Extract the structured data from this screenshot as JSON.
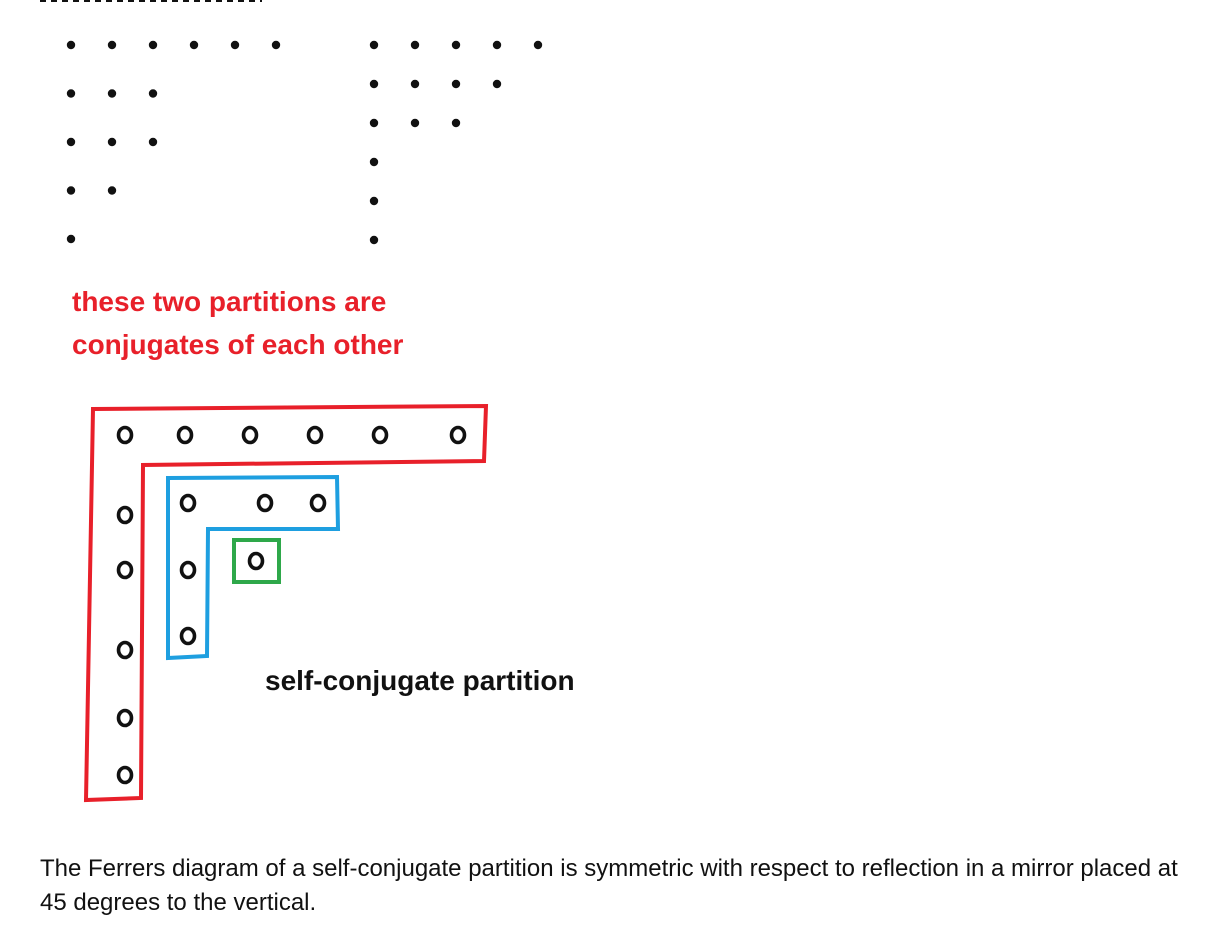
{
  "colors": {
    "red": "#e8202a",
    "blue": "#1e9fe0",
    "green": "#2ea84a",
    "ink": "#111111"
  },
  "top_partitions": {
    "left_rows": [
      6,
      3,
      3,
      2,
      1
    ],
    "right_rows": [
      5,
      4,
      3,
      1,
      1,
      1
    ]
  },
  "self_conjugate_partition": {
    "hooks": [
      {
        "name": "outer-hook",
        "color": "red",
        "arm": 5,
        "leg": 5
      },
      {
        "name": "middle-hook",
        "color": "blue",
        "arm": 2,
        "leg": 2
      },
      {
        "name": "inner-hook",
        "color": "green",
        "arm": 0,
        "leg": 0
      }
    ]
  },
  "labels": {
    "conjugate_line1": "these two partitions are",
    "conjugate_line2": "conjugates of each other",
    "self_conjugate": "self-conjugate partition"
  },
  "caption": "The Ferrers diagram of a self-conjugate partition is symmetric with respect to reflection in a mirror placed at 45 degrees to the vertical."
}
